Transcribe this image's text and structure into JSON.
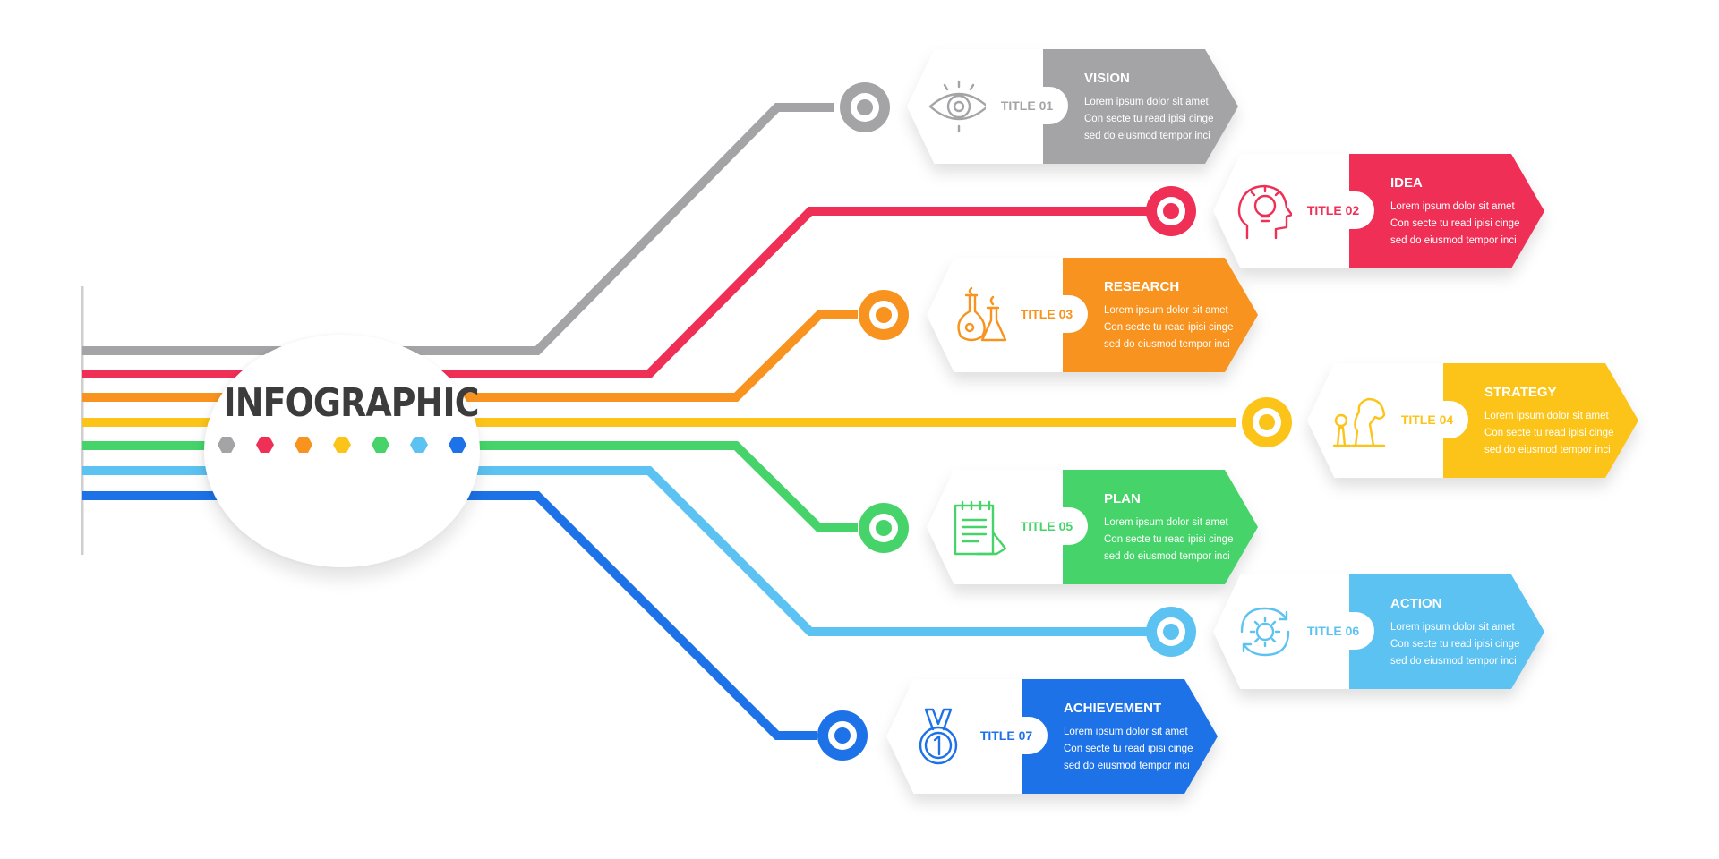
{
  "hub": {
    "title": "INFOGRAPHIC",
    "dot_colors": [
      "#a4a4a6",
      "#ef2f55",
      "#f7931e",
      "#fcc419",
      "#46d46a",
      "#5cc2f2",
      "#1e72e8"
    ]
  },
  "items": [
    {
      "title": "TITLE 01",
      "heading": "VISION",
      "icon": "eye-icon",
      "color": "#a4a4a6",
      "lines": [
        "Lorem ipsum dolor sit amet",
        "Con secte tu read ipisi cinge",
        "sed do eiusmod tempor inci"
      ]
    },
    {
      "title": "TITLE 02",
      "heading": "IDEA",
      "icon": "head-lightbulb-icon",
      "color": "#ef2f55",
      "lines": [
        "Lorem ipsum dolor sit amet",
        "Con secte tu read ipisi cinge",
        "sed do eiusmod tempor inci"
      ]
    },
    {
      "title": "TITLE 03",
      "heading": "RESEARCH",
      "icon": "lab-flasks-icon",
      "color": "#f7931e",
      "lines": [
        "Lorem ipsum dolor sit amet",
        "Con secte tu read ipisi cinge",
        "sed do eiusmod tempor inci"
      ]
    },
    {
      "title": "TITLE 04",
      "heading": "STRATEGY",
      "icon": "chess-pieces-icon",
      "color": "#fcc419",
      "lines": [
        "Lorem ipsum dolor sit amet",
        "Con secte tu read ipisi cinge",
        "sed do eiusmod tempor inci"
      ]
    },
    {
      "title": "TITLE 05",
      "heading": "PLAN",
      "icon": "clipboard-icon",
      "color": "#46d46a",
      "lines": [
        "Lorem ipsum dolor sit amet",
        "Con secte tu read ipisi cinge",
        "sed do eiusmod tempor inci"
      ]
    },
    {
      "title": "TITLE 06",
      "heading": "ACTION",
      "icon": "gear-cycle-icon",
      "color": "#5cc2f2",
      "lines": [
        "Lorem ipsum dolor sit amet",
        "Con secte tu read ipisi cinge",
        "sed do eiusmod tempor inci"
      ]
    },
    {
      "title": "TITLE 07",
      "heading": "ACHIEVEMENT",
      "icon": "medal-icon",
      "color": "#1e72e8",
      "lines": [
        "Lorem ipsum dolor sit amet",
        "Con secte tu read ipisi cinge",
        "sed do eiusmod tempor inci"
      ]
    }
  ]
}
